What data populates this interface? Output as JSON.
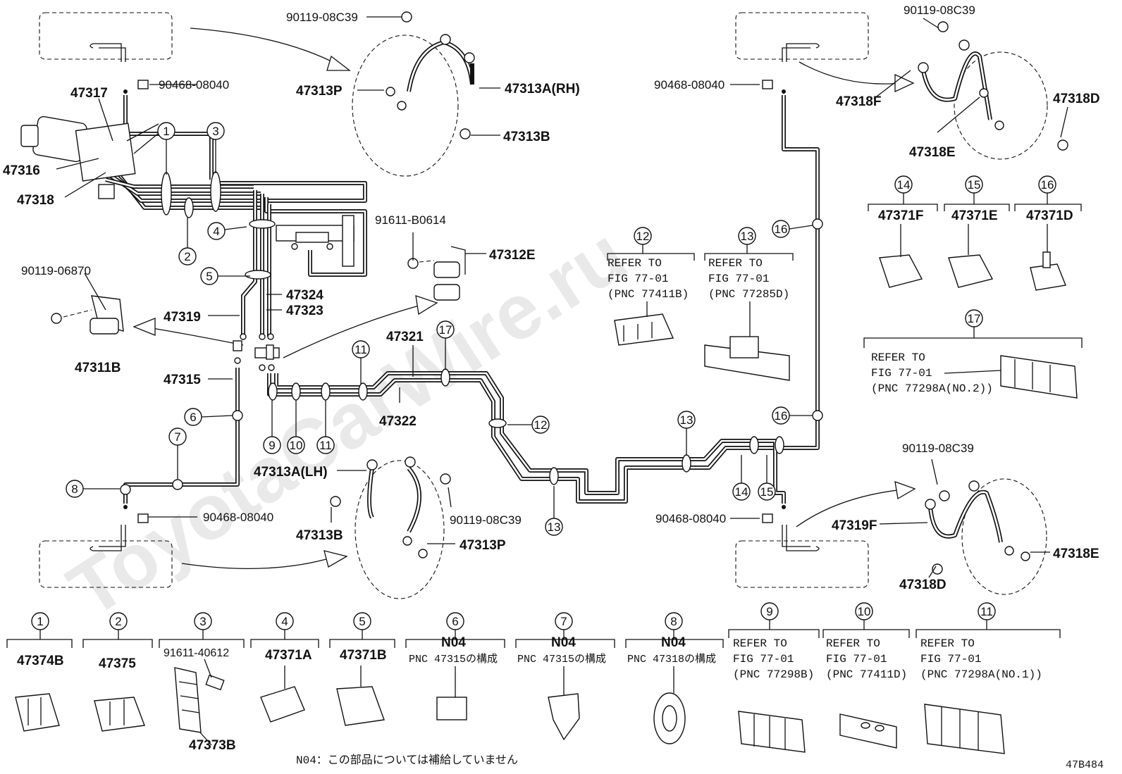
{
  "diagram": {
    "watermark": "ToyotaCarWire.ru",
    "figure_code": "47B484",
    "footnote": "N04：この部品については補給していません",
    "part_labels": {
      "p47317": "47317",
      "p47316": "47316",
      "p47318": "47318",
      "p90468_tl": "90468-08040",
      "p90119_tl": "90119-08C39",
      "p47313P_t": "47313P",
      "p47313A_rh": "47313A(RH)",
      "p47313B_t": "47313B",
      "p91611_b0614": "91611-B0614",
      "p47312E": "47312E",
      "p90119_06870": "90119-06870",
      "p47311B": "47311B",
      "p47319": "47319",
      "p47324": "47324",
      "p47323": "47323",
      "p47315": "47315",
      "p47321": "47321",
      "p47322": "47322",
      "p47313A_lh": "47313A(LH)",
      "p90119_mid": "90119-08C39",
      "p47313B_b": "47313B",
      "p47313P_b": "47313P",
      "p90468_bl": "90468-08040",
      "p90119_tr": "90119-08C39",
      "p90468_tr": "90468-08040",
      "p47318F": "47318F",
      "p47318D_t": "47318D",
      "p47318E_t": "47318E",
      "p90119_br": "90119-08C39",
      "p47319F": "47319F",
      "p47318E_b": "47318E",
      "p47318D_b": "47318D",
      "p90468_br": "90468-08040"
    },
    "callouts": {
      "c1": "1",
      "c2": "2",
      "c3": "3",
      "c4": "4",
      "c5": "5",
      "c6": "6",
      "c7": "7",
      "c8": "8",
      "c9": "9",
      "c10": "10",
      "c11a": "11",
      "c11b": "11",
      "c12": "12",
      "c13a": "13",
      "c13b": "13",
      "c14": "14",
      "c15": "15",
      "c16a": "16",
      "c16b": "16",
      "c17": "17"
    },
    "ref_boxes": {
      "r12": {
        "num": "12",
        "l1": "REFER TO",
        "l2": "FIG 77-01",
        "l3": "(PNC 77411B)"
      },
      "r13": {
        "num": "13",
        "l1": "REFER TO",
        "l2": "FIG 77-01",
        "l3": "(PNC 77285D)"
      },
      "r14": {
        "num": "14",
        "part": "47371F"
      },
      "r15": {
        "num": "15",
        "part": "47371E"
      },
      "r16": {
        "num": "16",
        "part": "47371D"
      },
      "r17": {
        "num": "17",
        "l1": "REFER TO",
        "l2": "FIG 77-01",
        "l3": "(PNC 77298A(NO.2))"
      }
    },
    "legend": [
      {
        "num": "1",
        "part": "47374B",
        "note": ""
      },
      {
        "num": "2",
        "part": "47375",
        "note": ""
      },
      {
        "num": "3",
        "part": "91611-40612",
        "note": "",
        "extra": "47373B"
      },
      {
        "num": "4",
        "part": "47371A",
        "note": ""
      },
      {
        "num": "5",
        "part": "47371B",
        "note": ""
      },
      {
        "num": "6",
        "part": "N04",
        "note": "PNC 47315の構成"
      },
      {
        "num": "7",
        "part": "N04",
        "note": "PNC 47315の構成"
      },
      {
        "num": "8",
        "part": "N04",
        "note": "PNC 47318の構成"
      },
      {
        "num": "9",
        "l1": "REFER TO",
        "l2": "FIG 77-01",
        "l3": "(PNC 77298B)"
      },
      {
        "num": "10",
        "l1": "REFER TO",
        "l2": "FIG 77-01",
        "l3": "(PNC 77411D)"
      },
      {
        "num": "11",
        "l1": "REFER TO",
        "l2": "FIG 77-01",
        "l3": "(PNC 77298A(NO.1))"
      }
    ]
  }
}
